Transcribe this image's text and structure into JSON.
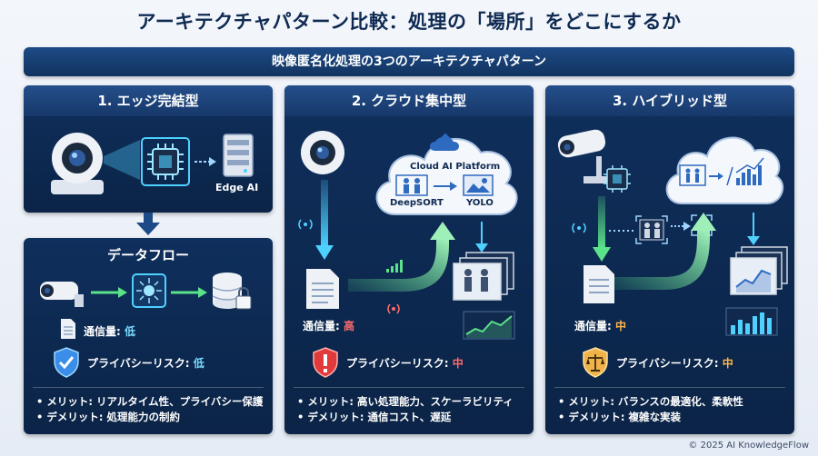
{
  "title": "アーキテクチャパターン比較：処理の「場所」をどこにするか",
  "subtitle": "映像匿名化処理の3つのアーキテクチャパターン",
  "panels": [
    {
      "header": "1. エッジ完結型",
      "edge_label": "Edge AI",
      "dataflow_title": "データフロー",
      "traffic_label": "通信量: ",
      "traffic_value": "低",
      "privacy_label": "プライバシーリスク: ",
      "privacy_value": "低",
      "merit": "メリット: リアルタイム性、プライバシー保護",
      "demerit": "デメリット: 処理能力の制約"
    },
    {
      "header": "2. クラウド集中型",
      "cloud_platform": "Cloud AI Platform",
      "deepsort": "DeepSORT",
      "yolo": "YOLO",
      "traffic_label": "通信量: ",
      "traffic_value": "高",
      "privacy_label": "プライバシーリスク: ",
      "privacy_value": "中",
      "merit": "メリット: 高い処理能力、スケーラビリティ",
      "demerit": "デメリット: 通信コスト、遅延"
    },
    {
      "header": "3. ハイブリッド型",
      "traffic_label": "通信量: ",
      "traffic_value": "中",
      "privacy_label": "プライバシーリスク: ",
      "privacy_value": "中",
      "merit": "メリット: バランスの最適化、柔軟性",
      "demerit": "デメリット: 複雑な実装"
    }
  ],
  "footer": "© 2025 AI KnowledgeFlow",
  "colors": {
    "panel_bg": "#0b2447",
    "accent_cyan": "#4fd1ff",
    "accent_green": "#5be38a",
    "low": "#7cdcff",
    "high": "#ff6b6b",
    "mid": "#ffb648"
  }
}
